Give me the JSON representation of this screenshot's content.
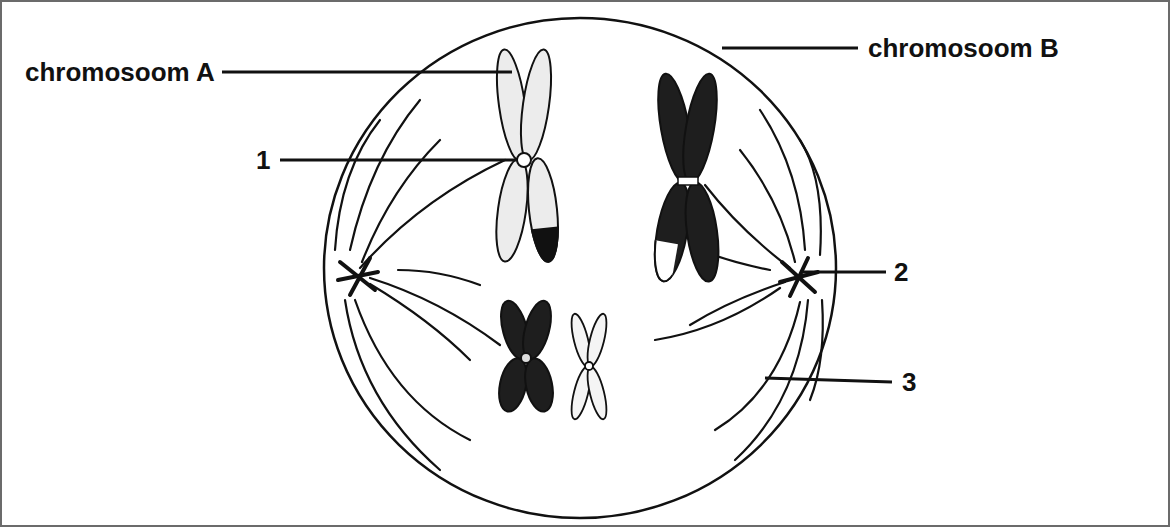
{
  "diagram": {
    "labels": [
      "chromosoom A",
      "chromosoom B",
      "1",
      "2",
      "3"
    ]
  }
}
